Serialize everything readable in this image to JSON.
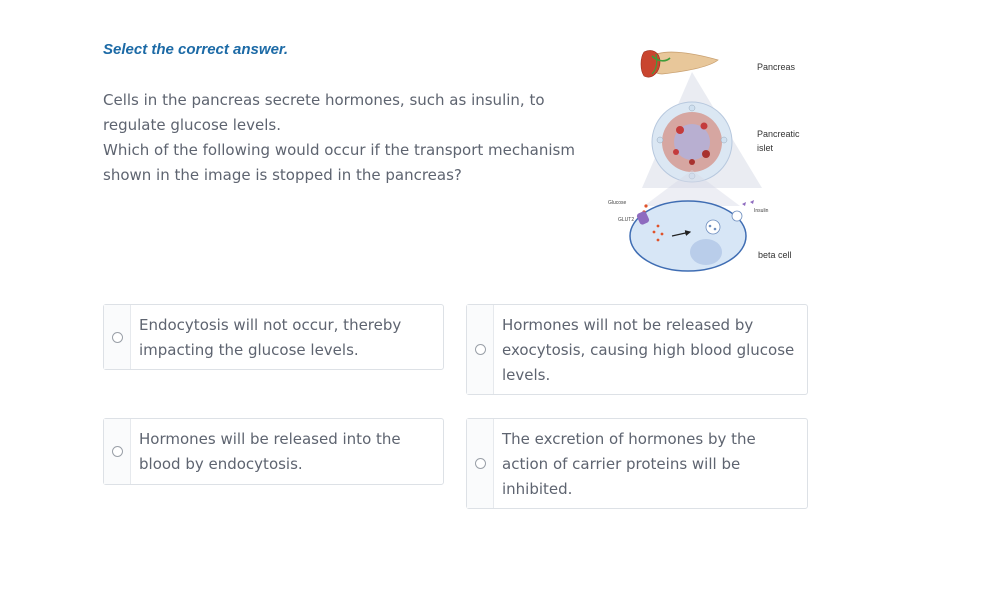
{
  "question": {
    "instruction": "Select the correct answer.",
    "stem_lines": [
      "Cells in the pancreas secrete hormones, such as insulin, to regulate glucose levels.",
      "Which of the following would occur if the transport mechanism shown in the image is stopped in the pancreas?"
    ]
  },
  "figure": {
    "labels": {
      "pancreas": "Pancreas",
      "islet_line1": "Pancreatic",
      "islet_line2": "islet",
      "glucose": "Glucose",
      "glut2": "GLUT2",
      "insulin": "Insulin",
      "beta_cell": "beta cell"
    }
  },
  "options": [
    {
      "id": "a",
      "text": "Endocytosis will not occur, thereby impacting the glucose levels.",
      "selected": false
    },
    {
      "id": "b",
      "text": "Hormones will not be released by exocytosis, causing high blood glucose levels.",
      "selected": false
    },
    {
      "id": "c",
      "text": "Hormones will be released into the blood by endocytosis.",
      "selected": false
    },
    {
      "id": "d",
      "text": "The excretion of hormones by the action of carrier proteins will be inhibited.",
      "selected": false
    }
  ],
  "colors": {
    "instruction": "#1c6aa6",
    "body_text": "#5e6470",
    "border": "#dde1e6"
  }
}
